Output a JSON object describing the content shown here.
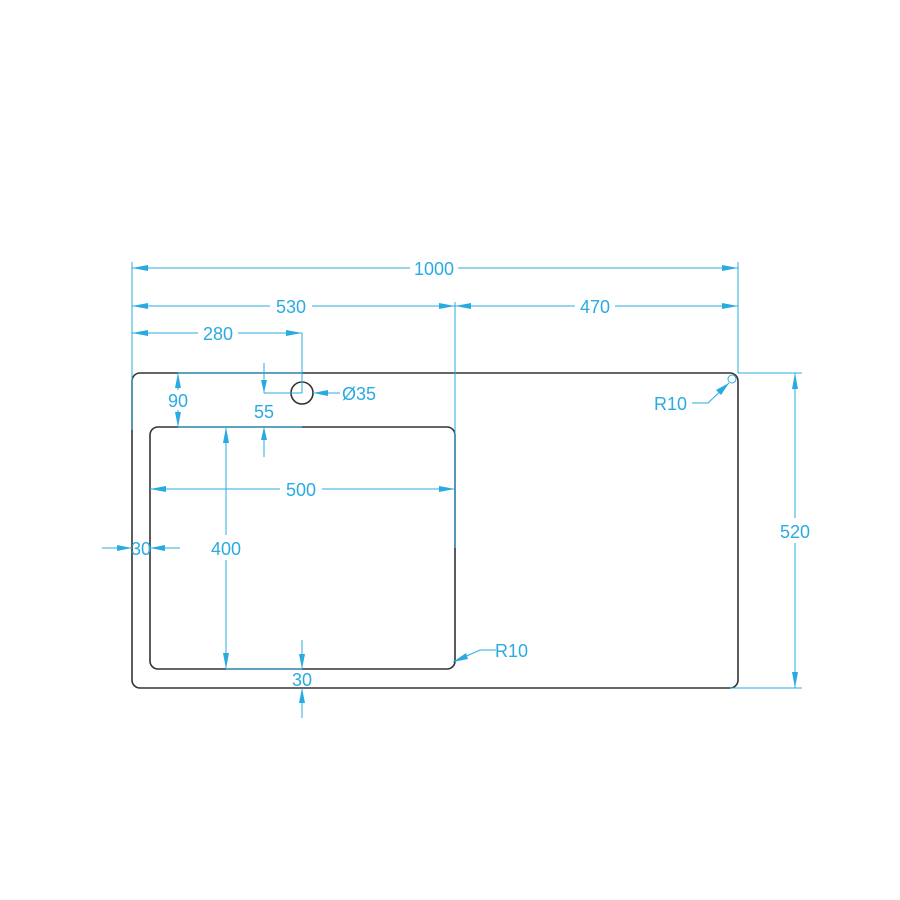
{
  "drawing": {
    "type": "sink countertop technical drawing",
    "colors": {
      "outline": "#333333",
      "dimension": "#29abe2",
      "background": "#ffffff"
    },
    "dimensions": {
      "overall_width": "1000",
      "left_section_width": "530",
      "right_section_width": "470",
      "tap_hole_offset_x": "280",
      "tap_hole_diameter": "Ø35",
      "tap_hole_offset_y": "55",
      "bowl_offset_top": "90",
      "bowl_width": "500",
      "bowl_height": "400",
      "bowl_offset_left": "30",
      "bowl_offset_bottom": "30",
      "overall_depth": "520",
      "outer_corner_radius": "R10",
      "bowl_corner_radius": "R10"
    }
  }
}
